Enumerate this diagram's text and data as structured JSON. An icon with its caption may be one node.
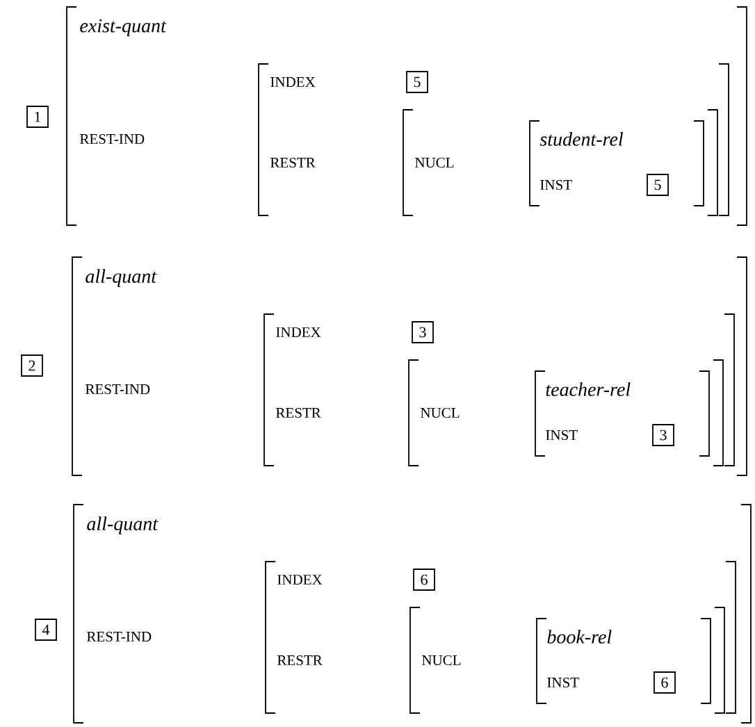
{
  "diagram": {
    "nodes": [
      {
        "text": [
          "1"
        ]
      },
      {
        "text": [
          "exist-quant",
          "REST-IND"
        ]
      },
      {
        "text": [
          "INDEX",
          "RESTR"
        ],
        "in": 1
      },
      {
        "text": [
          "5"
        ],
        "in": 2
      },
      {
        "text": [
          "NUCL"
        ],
        "in": 2
      },
      {
        "text": [
          "student-rel",
          "INST"
        ],
        "in": 4
      },
      {
        "text": [
          "5"
        ],
        "in": 5
      },
      {
        "text": [
          "2"
        ]
      },
      {
        "text": [
          "all-quant",
          "REST-IND"
        ]
      },
      {
        "text": [
          "INDEX",
          "RESTR"
        ],
        "in": 8
      },
      {
        "text": [
          "3"
        ],
        "in": 9
      },
      {
        "text": [
          "NUCL"
        ],
        "in": 9
      },
      {
        "text": [
          "teacher-rel",
          "INST"
        ],
        "in": 11
      },
      {
        "text": [
          "3"
        ],
        "in": 12
      },
      {
        "text": [
          "4"
        ]
      },
      {
        "text": [
          "all-quant",
          "REST-IND"
        ]
      },
      {
        "text": [
          "INDEX",
          "RESTR"
        ],
        "in": 15
      },
      {
        "text": [
          "6"
        ],
        "in": 16
      },
      {
        "text": [
          "NUCL"
        ],
        "in": 16
      },
      {
        "text": [
          "book-rel",
          "INST"
        ],
        "in": 18
      },
      {
        "text": [
          "6"
        ],
        "in": 19
      }
    ]
  }
}
